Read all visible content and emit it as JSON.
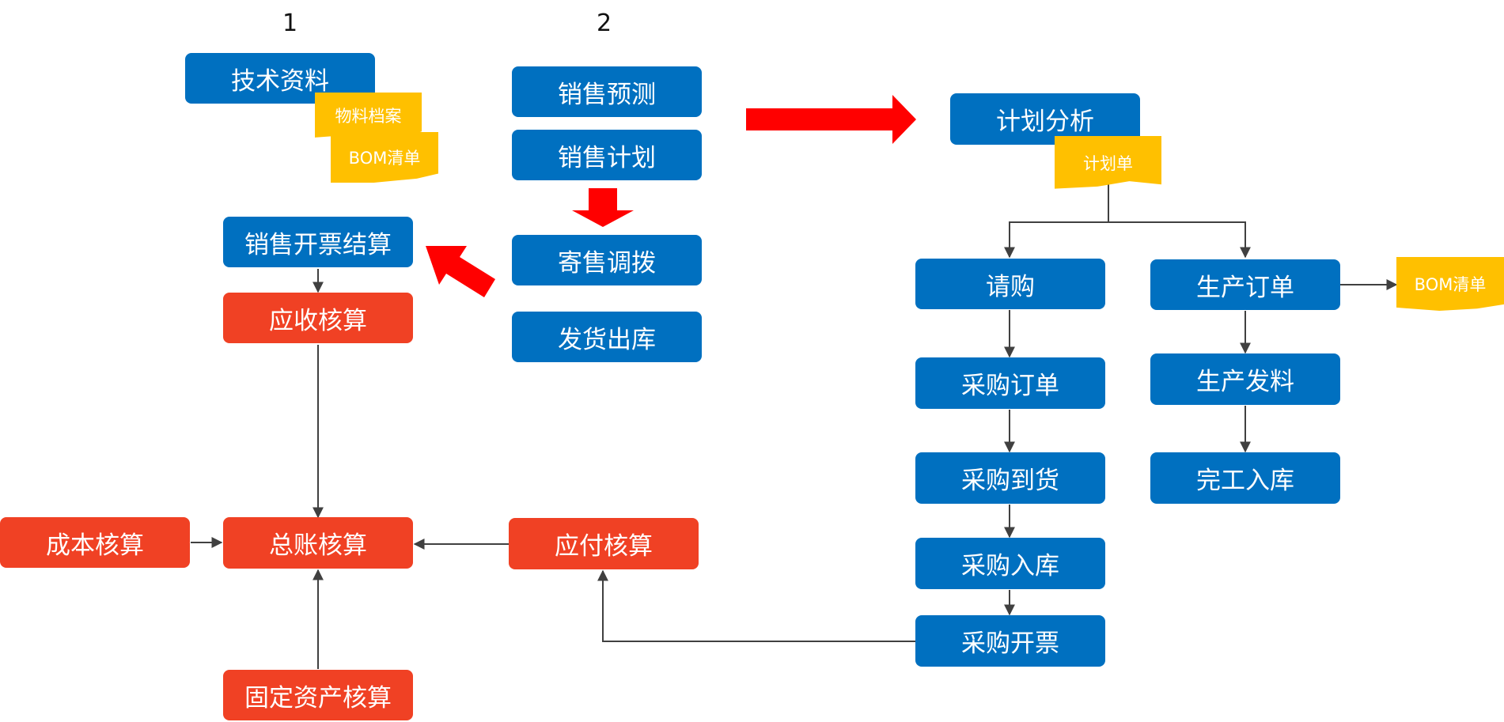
{
  "labels": {
    "step1": "1",
    "step2": "2"
  },
  "nodes": {
    "tech_docs": "技术资料",
    "material_file": "物料档案",
    "bom_list_1": "BOM清单",
    "sales_forecast": "销售预测",
    "sales_plan": "销售计划",
    "consignment_transfer": "寄售调拨",
    "delivery_outbound": "发货出库",
    "sales_invoice_settlement": "销售开票结算",
    "receivable_accounting": "应收核算",
    "plan_analysis": "计划分析",
    "plan_sheet": "计划单",
    "purchase_request": "请购",
    "production_order": "生产订单",
    "bom_list_2": "BOM清单",
    "purchase_order": "采购订单",
    "material_issue": "生产发料",
    "purchase_arrival": "采购到货",
    "finished_inbound": "完工入库",
    "purchase_inbound": "采购入库",
    "purchase_invoice": "采购开票",
    "cost_accounting": "成本核算",
    "general_ledger": "总账核算",
    "payable_accounting": "应付核算",
    "fixed_asset_accounting": "固定资产核算"
  },
  "colors": {
    "module_blue": "#0070c0",
    "accounting_red": "#f04124",
    "document_yellow": "#ffc000",
    "big_arrow_red": "#ff0000",
    "connector_gray": "#404040"
  }
}
